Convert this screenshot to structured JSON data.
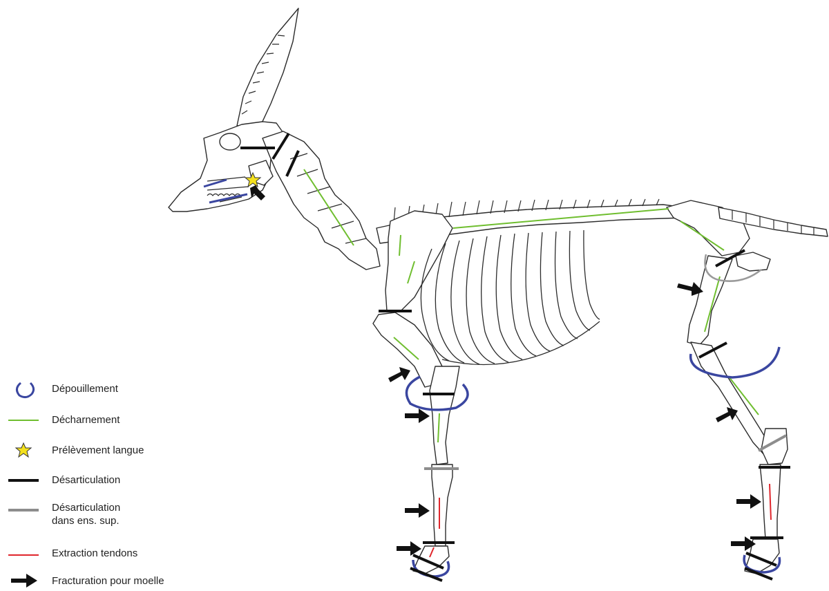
{
  "legend": {
    "items": [
      {
        "key": "depouillement",
        "label": "Dépouillement",
        "color": "#3a46a0",
        "symbol": "blue-arc"
      },
      {
        "key": "decharnement",
        "label": "Décharnement",
        "color": "#6fbe2f",
        "symbol": "green-line"
      },
      {
        "key": "langue",
        "label": "Prélèvement langue",
        "color": "#f4e11e",
        "symbol": "yellow-star"
      },
      {
        "key": "desarticulation",
        "label": "Désarticulation",
        "color": "#111111",
        "symbol": "black-line"
      },
      {
        "key": "desarticulation_sup",
        "label": "Désarticulation\ndans ens. sup.",
        "color": "#8d8d8d",
        "symbol": "gray-line"
      },
      {
        "key": "tendons",
        "label": "Extraction tendons",
        "color": "#e0262c",
        "symbol": "red-line"
      },
      {
        "key": "moelle",
        "label": "Fracturation pour moelle",
        "color": "#111111",
        "symbol": "black-arrow"
      }
    ]
  }
}
